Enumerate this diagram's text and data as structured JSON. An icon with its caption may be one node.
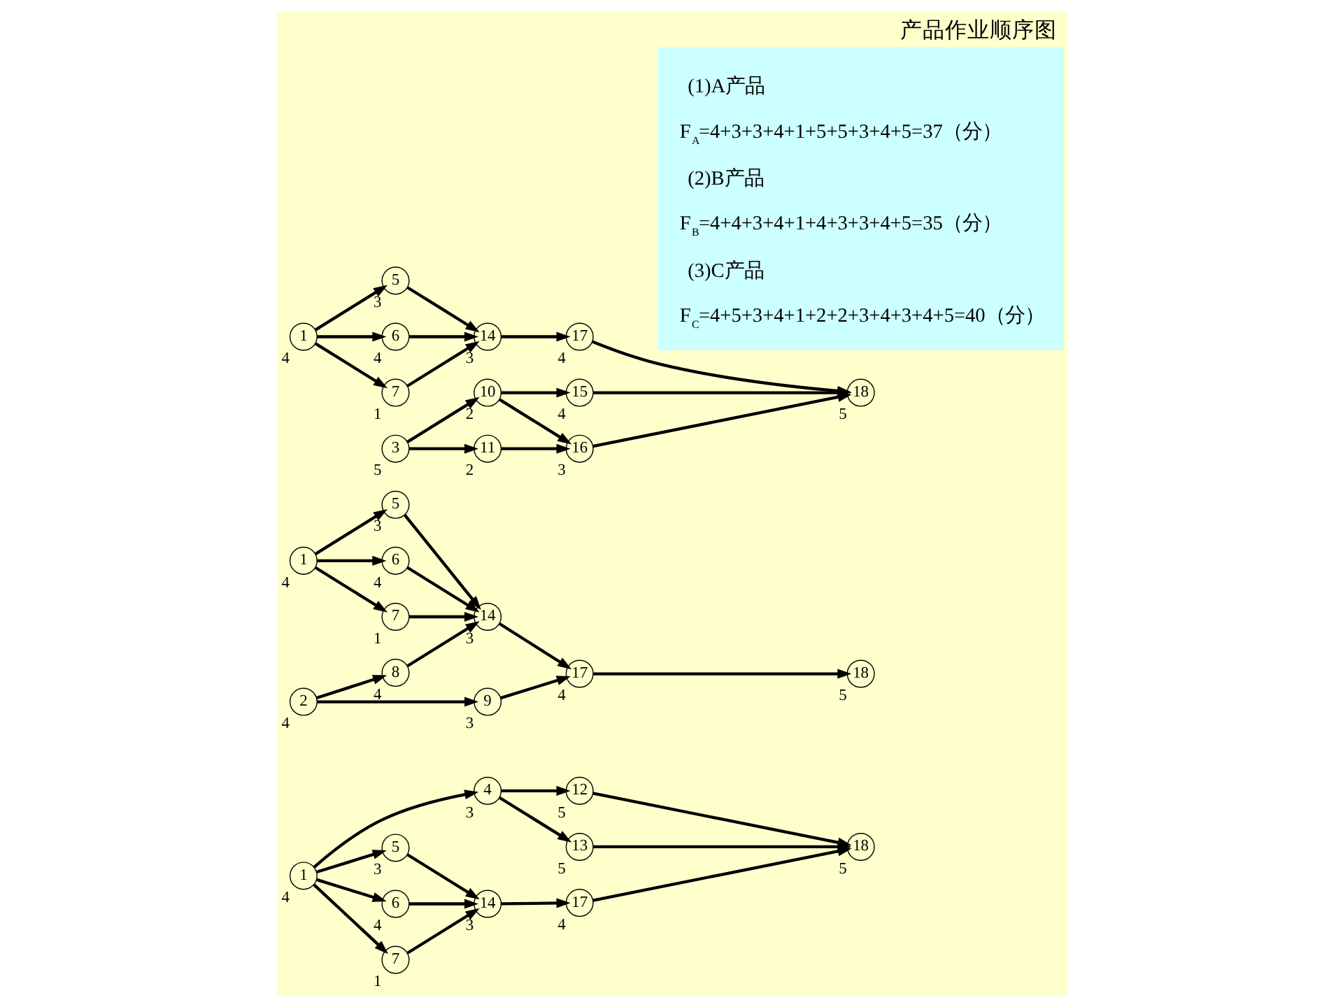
{
  "diagram": {
    "title": "产品作业顺序图",
    "nodes": [
      {
        "text": [
          "1"
        ],
        "beside": [
          "4"
        ]
      },
      {
        "text": [
          "4"
        ],
        "beside": [
          "3"
        ]
      },
      {
        "text": [
          "5"
        ],
        "beside": [
          "3"
        ]
      },
      {
        "text": [
          "6"
        ],
        "beside": [
          "4"
        ]
      },
      {
        "text": [
          "7"
        ],
        "beside": [
          "1"
        ]
      },
      {
        "text": [
          "12"
        ],
        "beside": [
          "5"
        ]
      },
      {
        "text": [
          "13"
        ],
        "beside": [
          "5"
        ]
      },
      {
        "text": [
          "14"
        ],
        "beside": [
          "3"
        ]
      },
      {
        "text": [
          "17"
        ],
        "beside": [
          "4"
        ]
      },
      {
        "text": [
          "18"
        ],
        "beside": [
          "5"
        ]
      },
      {
        "text": [
          "1"
        ],
        "beside": [
          "4"
        ]
      },
      {
        "text": [
          "5"
        ],
        "beside": [
          "3"
        ]
      },
      {
        "text": [
          "6"
        ],
        "beside": [
          "4"
        ]
      },
      {
        "text": [
          "7"
        ],
        "beside": [
          "1"
        ]
      },
      {
        "text": [
          "2"
        ],
        "beside": [
          "4"
        ]
      },
      {
        "text": [
          "8"
        ],
        "beside": [
          "4"
        ]
      },
      {
        "text": [
          "9"
        ],
        "beside": [
          "3"
        ]
      },
      {
        "text": [
          "14"
        ],
        "beside": [
          "3"
        ]
      },
      {
        "text": [
          "17"
        ],
        "beside": [
          "4"
        ]
      },
      {
        "text": [
          "18"
        ],
        "beside": [
          "5"
        ]
      },
      {
        "text": [
          "1"
        ],
        "beside": [
          "4"
        ]
      },
      {
        "text": [
          "5"
        ],
        "beside": [
          "3"
        ]
      },
      {
        "text": [
          "6"
        ],
        "beside": [
          "4"
        ]
      },
      {
        "text": [
          "7"
        ],
        "beside": [
          "1"
        ]
      },
      {
        "text": [
          "3"
        ],
        "beside": [
          "5"
        ]
      },
      {
        "text": [
          "10"
        ],
        "beside": [
          "2"
        ]
      },
      {
        "text": [
          "11"
        ],
        "beside": [
          "2"
        ]
      },
      {
        "text": [
          "14"
        ],
        "beside": [
          "3"
        ]
      },
      {
        "text": [
          "15"
        ],
        "beside": [
          "4"
        ]
      },
      {
        "text": [
          "16"
        ],
        "beside": [
          "3"
        ]
      },
      {
        "text": [
          "17"
        ],
        "beside": [
          "4"
        ]
      },
      {
        "text": [
          "18"
        ],
        "beside": [
          "5"
        ]
      },
      {
        "text": [
          "(1)A产品",
          "F$_{A}$=4+3+3+4+1+5+5+3+4+5=37（分）",
          "(2)B产品",
          "F$_{B}$=4+4+3+4+1+4+3+3+4+5=35（分）",
          "(3)C产品",
          "F$_{C}$=4+5+3+4+1+2+2+3+4+3+4+5=40（分）"
        ]
      }
    ],
    "edges": [
      {
        "from": 0,
        "to": 1,
        "arrow": "to"
      },
      {
        "from": 0,
        "to": 2,
        "arrow": "to"
      },
      {
        "from": 0,
        "to": 3,
        "arrow": "to"
      },
      {
        "from": 0,
        "to": 4,
        "arrow": "to"
      },
      {
        "from": 1,
        "to": 5,
        "arrow": "to"
      },
      {
        "from": 1,
        "to": 6,
        "arrow": "to"
      },
      {
        "from": 2,
        "to": 7,
        "arrow": "to"
      },
      {
        "from": 3,
        "to": 7,
        "arrow": "to"
      },
      {
        "from": 4,
        "to": 7,
        "arrow": "to"
      },
      {
        "from": 5,
        "to": 9,
        "arrow": "to"
      },
      {
        "from": 6,
        "to": 9,
        "arrow": "to"
      },
      {
        "from": 7,
        "to": 8,
        "arrow": "to"
      },
      {
        "from": 8,
        "to": 9,
        "arrow": "to"
      },
      {
        "from": 10,
        "to": 11,
        "arrow": "to"
      },
      {
        "from": 10,
        "to": 12,
        "arrow": "to"
      },
      {
        "from": 10,
        "to": 13,
        "arrow": "to"
      },
      {
        "from": 14,
        "to": 15,
        "arrow": "to"
      },
      {
        "from": 14,
        "to": 16,
        "arrow": "to"
      },
      {
        "from": 11,
        "to": 17,
        "arrow": "to"
      },
      {
        "from": 12,
        "to": 17,
        "arrow": "to"
      },
      {
        "from": 13,
        "to": 17,
        "arrow": "to"
      },
      {
        "from": 15,
        "to": 17,
        "arrow": "to"
      },
      {
        "from": 16,
        "to": 18,
        "arrow": "to"
      },
      {
        "from": 17,
        "to": 18,
        "arrow": "to"
      },
      {
        "from": 18,
        "to": 19,
        "arrow": "to"
      },
      {
        "from": 20,
        "to": 21,
        "arrow": "to"
      },
      {
        "from": 20,
        "to": 22,
        "arrow": "to"
      },
      {
        "from": 20,
        "to": 23,
        "arrow": "to"
      },
      {
        "from": 24,
        "to": 25,
        "arrow": "to"
      },
      {
        "from": 24,
        "to": 26,
        "arrow": "to"
      },
      {
        "from": 21,
        "to": 27,
        "arrow": "to"
      },
      {
        "from": 22,
        "to": 27,
        "arrow": "to"
      },
      {
        "from": 23,
        "to": 27,
        "arrow": "to"
      },
      {
        "from": 25,
        "to": 28,
        "arrow": "to"
      },
      {
        "from": 25,
        "to": 29,
        "arrow": "to"
      },
      {
        "from": 26,
        "to": 29,
        "arrow": "to"
      },
      {
        "from": 27,
        "to": 30,
        "arrow": "to"
      },
      {
        "from": 28,
        "to": 31,
        "arrow": "to"
      },
      {
        "from": 29,
        "to": 31,
        "arrow": "to"
      },
      {
        "from": 30,
        "to": 31,
        "arrow": "to"
      }
    ]
  }
}
